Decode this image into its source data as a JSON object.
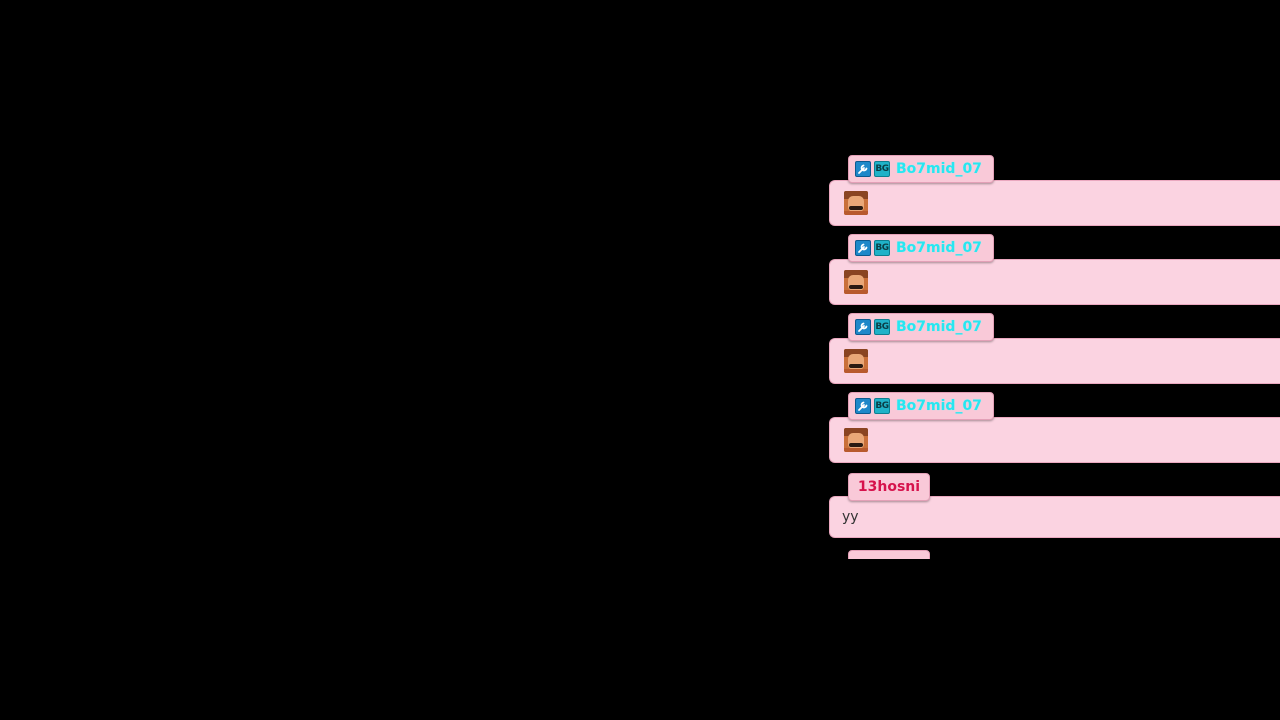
{
  "chat": {
    "messages": [
      {
        "username": "Bo7mid_07",
        "badges": [
          {
            "icon": "wrench-moderator-icon",
            "glyph": "🔧"
          },
          {
            "icon": "vip-badge-icon",
            "glyph": "BG"
          }
        ],
        "content_type": "emote",
        "emote": "mustache-man-emote"
      },
      {
        "username": "Bo7mid_07",
        "badges": [
          {
            "icon": "wrench-moderator-icon",
            "glyph": "🔧"
          },
          {
            "icon": "vip-badge-icon",
            "glyph": "BG"
          }
        ],
        "content_type": "emote",
        "emote": "mustache-man-emote"
      },
      {
        "username": "Bo7mid_07",
        "badges": [
          {
            "icon": "wrench-moderator-icon",
            "glyph": "🔧"
          },
          {
            "icon": "vip-badge-icon",
            "glyph": "BG"
          }
        ],
        "content_type": "emote",
        "emote": "mustache-man-emote"
      },
      {
        "username": "Bo7mid_07",
        "badges": [
          {
            "icon": "wrench-moderator-icon",
            "glyph": "🔧"
          },
          {
            "icon": "vip-badge-icon",
            "glyph": "BG"
          }
        ],
        "content_type": "emote",
        "emote": "mustache-man-emote"
      },
      {
        "username": "13hosni",
        "badges": [],
        "content_type": "text",
        "text": "yy"
      }
    ]
  },
  "colors": {
    "background": "#000000",
    "bubble": "#fbd3e1",
    "name_tab": "#f9c9d8",
    "role_username": "#28e6f0",
    "plain_username": "#d6124c"
  }
}
